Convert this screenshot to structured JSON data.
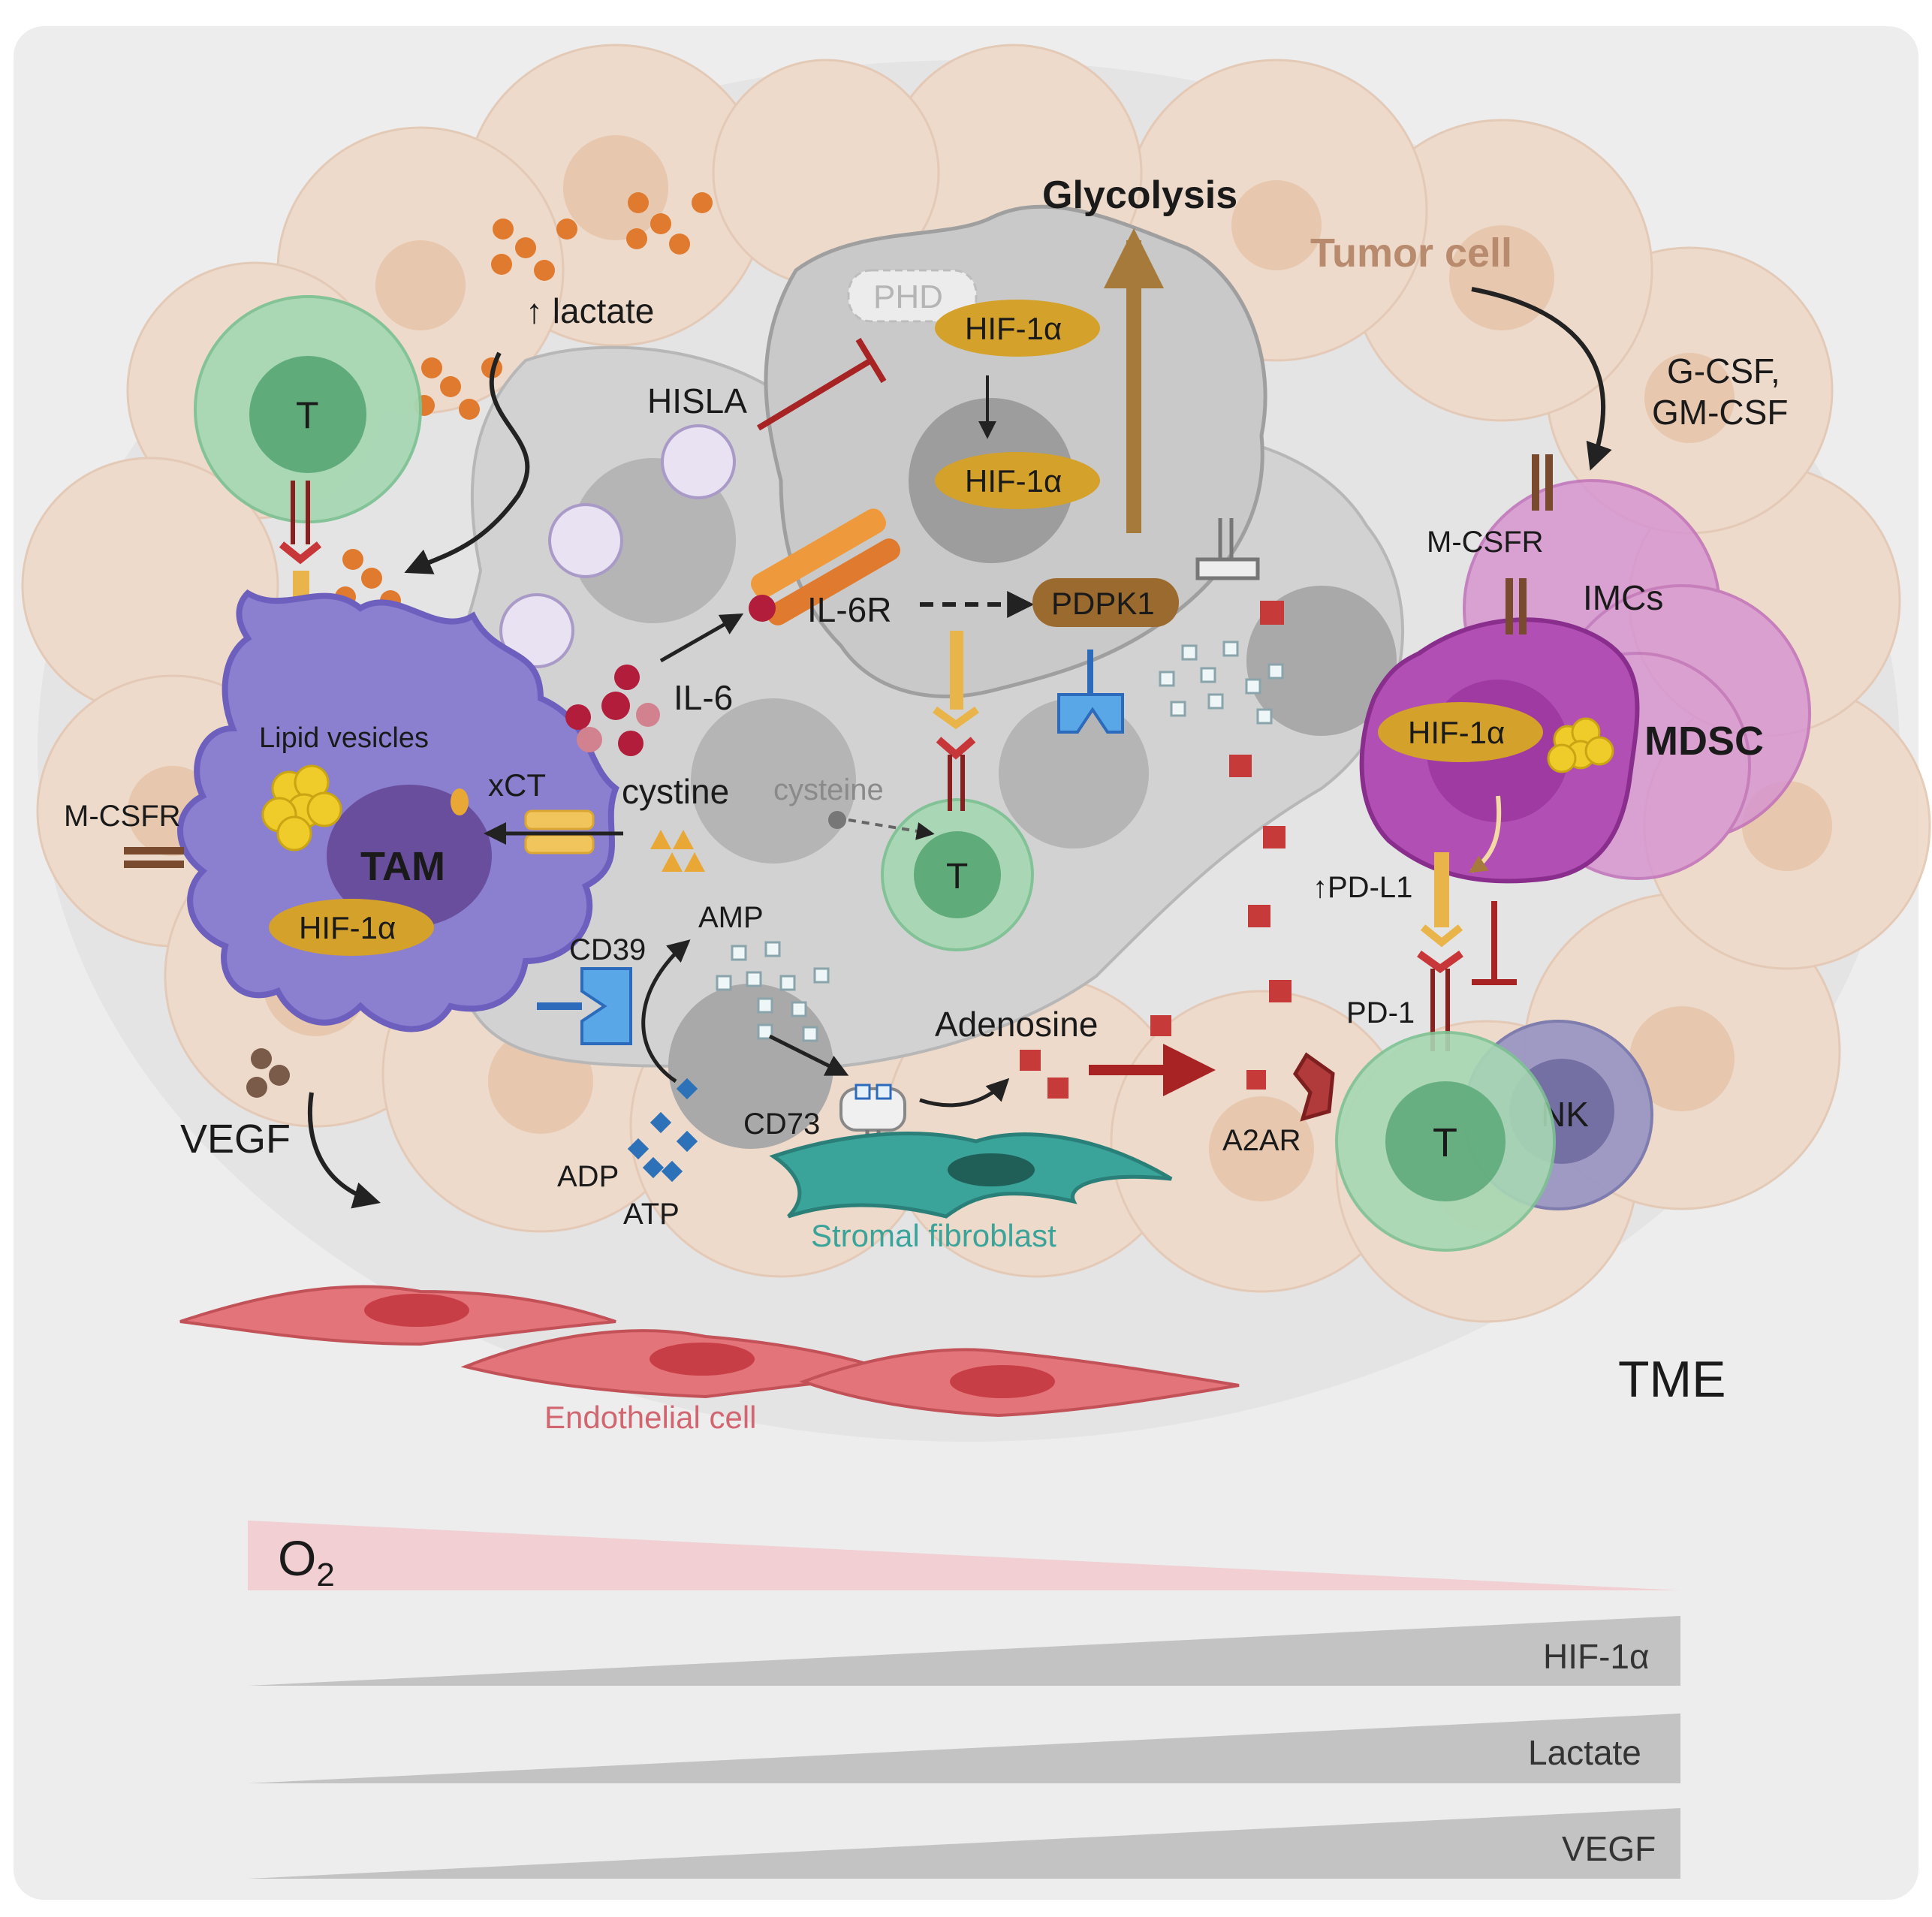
{
  "diagram": {
    "labels": {
      "glycolysis": "Glycolysis",
      "tumor_cell": "Tumor cell",
      "lactate": "↑ lactate",
      "phd": "PHD",
      "hif_cyto": "HIF-1α",
      "hif_nucleus": "HIF-1α",
      "hisla": "HISLA",
      "il6r": "IL-6R",
      "pdpk1": "PDPK1",
      "il6": "IL-6",
      "lipid_vesicles": "Lipid vesicles",
      "xct": "xCT",
      "cystine": "cystine",
      "cysteine": "cysteine",
      "m_csfr_left": "M-CSFR",
      "tam": "TAM",
      "hif_tam": "HIF-1α",
      "t_cell_top_left": "T",
      "t_cell_center": "T",
      "t_cell_right": "T",
      "nk": "NK",
      "amp": "AMP",
      "cd39": "CD39",
      "adp": "ADP",
      "atp": "ATP",
      "cd73": "CD73",
      "adenosine": "Adenosine",
      "a2ar": "A2AR",
      "vegf_label": "VEGF",
      "stromal_fibroblast": "Stromal fibroblast",
      "endothelial_cell": "Endothelial cell",
      "g_csf_line1": "G-CSF,",
      "g_csf_line2": "GM-CSF",
      "m_csfr_right": "M-CSFR",
      "imcs": "IMCs",
      "mdsc": "MDSC",
      "hif_mdsc": "HIF-1α",
      "pd_l1": "↑PD-L1",
      "pd_1": "PD-1",
      "tme": "TME"
    },
    "gradients": {
      "o2": {
        "label": "O",
        "subscript": "2"
      },
      "hif": {
        "label": "HIF-1α"
      },
      "lactate": {
        "label": "Lactate"
      },
      "vegf": {
        "label": "VEGF"
      }
    },
    "colors": {
      "background": "#ededed",
      "tme_oval": "#e6e6e6",
      "tumor_cell": "#efd9c8",
      "hypoxic_cell": "#cfcfcf",
      "t_cell": "#a7d8b4",
      "tam": "#8b7fd0",
      "mdsc": "#b14fb5",
      "hif_oval": "#d4a12a",
      "lactate_dot": "#e07a2e",
      "adenosine": "#c73a3a",
      "endothelial": "#e3747a",
      "fibroblast": "#3aa39a",
      "nk": "#9a97c4",
      "o2_wedge": "#f1cfd2",
      "grey_wedge": "#c3c3c3"
    }
  }
}
